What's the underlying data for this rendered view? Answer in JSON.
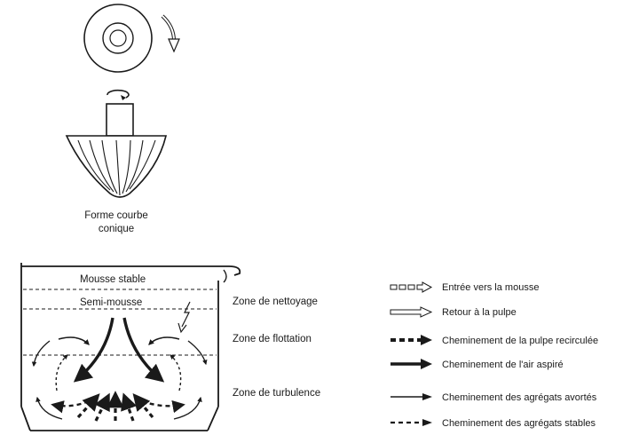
{
  "impeller": {
    "caption_line1": "Forme courbe",
    "caption_line2": "conique"
  },
  "tank": {
    "layer_stable": "Mousse stable",
    "layer_semi": "Semi-mousse"
  },
  "zones": {
    "cleaning": "Zone de nettoyage",
    "flotation": "Zone de flottation",
    "turbulence": "Zone de turbulence"
  },
  "legend": [
    {
      "label": "Entrée vers la mousse",
      "style": "double-dashed-outline",
      "icon": "hollow-dashed-arrow-icon"
    },
    {
      "label": "Retour à la pulpe",
      "style": "double-outline",
      "icon": "hollow-arrow-icon"
    },
    {
      "label": "Cheminement de la pulpe recirculée",
      "style": "thick-dashed",
      "icon": "thick-dashed-arrow-icon"
    },
    {
      "label": "Cheminement de l'air aspiré",
      "style": "thick-solid",
      "icon": "thick-arrow-icon"
    },
    {
      "label": "Cheminement des agrégats avortés",
      "style": "thin-solid",
      "icon": "thin-arrow-icon"
    },
    {
      "label": "Cheminement des agrégats stables",
      "style": "medium-dashed",
      "icon": "dashed-arrow-icon"
    }
  ],
  "colors": {
    "ink": "#1a1a1a",
    "background": "#ffffff"
  }
}
